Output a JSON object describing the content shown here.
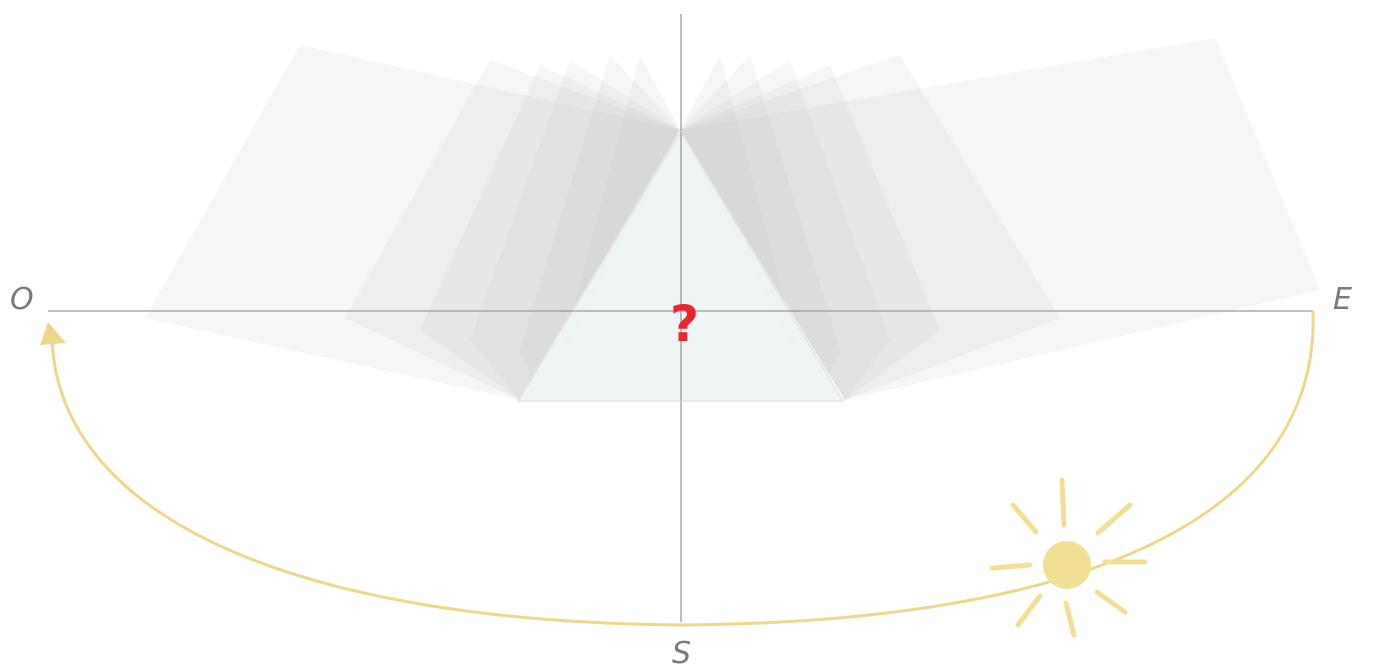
{
  "labels": {
    "west": "O",
    "east": "E",
    "south": "S",
    "center": "?"
  },
  "icons": {
    "sun": "sun-icon",
    "arrowhead": "arrow-head-icon"
  },
  "colors": {
    "axis": "#9a9a9a",
    "shadow": "#bdbdbd",
    "triangle_fill": "#eef3f3",
    "triangle_stroke": "#e0e6e6",
    "sun_path": "#eed78a",
    "sun": "#f3df93",
    "question": "#e8262b",
    "label": "#7a7a7a"
  }
}
